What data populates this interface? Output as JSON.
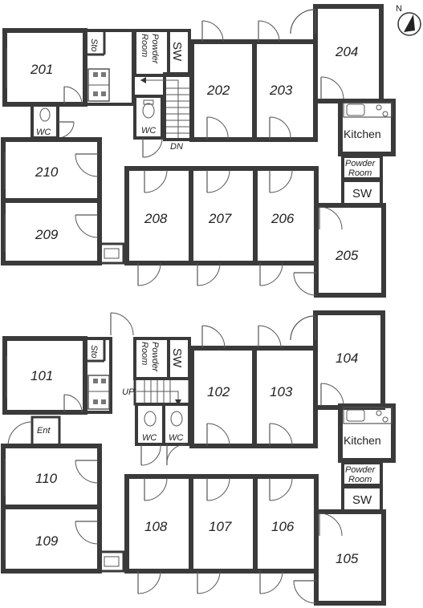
{
  "compass": {
    "north_label": "N"
  },
  "upper_floor": {
    "rooms": [
      "201",
      "202",
      "203",
      "204",
      "205",
      "206",
      "207",
      "208",
      "209",
      "210"
    ],
    "storage_label": "Sto",
    "powder_room_label": "Powder Room",
    "powder_room_line1": "Powder",
    "powder_room_line2": "Room",
    "sw_label": "SW",
    "wc_label": "WC",
    "kitchen_label": "Kitchen",
    "stairs_label": "DN"
  },
  "lower_floor": {
    "rooms": [
      "101",
      "102",
      "103",
      "104",
      "105",
      "106",
      "107",
      "108",
      "109",
      "110"
    ],
    "storage_label": "Sto",
    "powder_room_line1": "Powder",
    "powder_room_line2": "Room",
    "sw_label": "SW",
    "wc_label": "WC",
    "kitchen_label": "Kitchen",
    "stairs_label": "UP",
    "entrance_label": "Ent"
  }
}
